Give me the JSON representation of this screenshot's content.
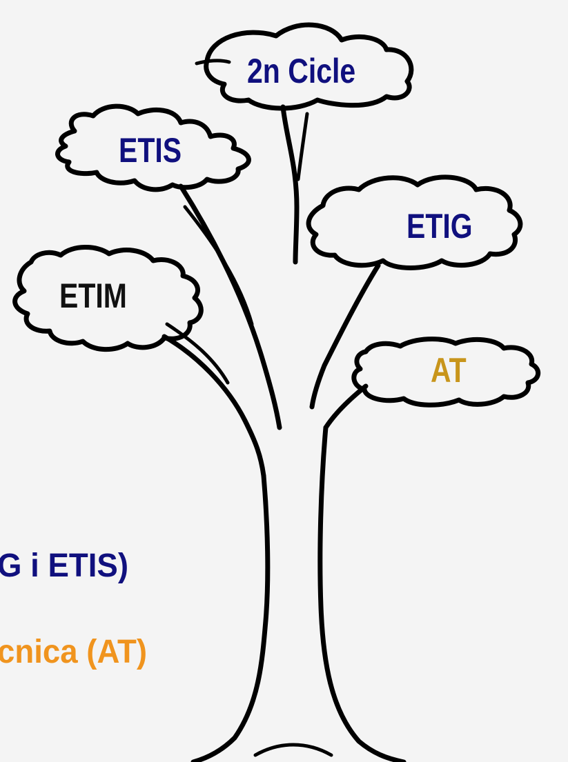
{
  "branches": {
    "top": "2n Cicle",
    "upper_left": "ETIS",
    "right": "ETIG",
    "left": "ETIM",
    "lower_right": "AT"
  },
  "legend": {
    "line1": "G i ETIS)",
    "line2": "cnica (AT)"
  },
  "colors": {
    "navy": "#10107e",
    "black": "#111111",
    "gold": "#c8951b",
    "orange": "#f0941e",
    "background": "#f4f4f4"
  }
}
